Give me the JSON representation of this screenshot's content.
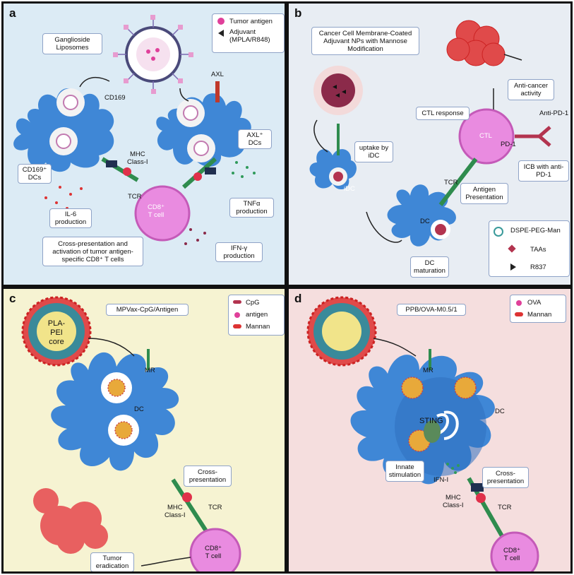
{
  "colors": {
    "panel_a_bg": "#dcebf5",
    "panel_b_bg": "#e8edf3",
    "panel_c_bg": "#f6f3d2",
    "panel_d_bg": "#f5dede",
    "dc_blue": "#3f87d6",
    "tcell_pink": "#e98be0",
    "tumor_red": "#e04a4a"
  },
  "panel_a": {
    "letter": "a",
    "ganglioside": "Ganglioside\nLiposomes",
    "legend": {
      "tumor_antigen": "Tumor antigen",
      "adjuvant": "Adjuvant\n(MPLA/R848)"
    },
    "cd169": "CD169",
    "axl": "AXL",
    "cd169_dcs": "CD169⁺\nDCs",
    "axl_dcs": "AXL⁺\nDCs",
    "mhc": "MHC\nClass-I",
    "tcr": "TCR",
    "tcell": "CD8⁺\nT cell",
    "il6": "IL-6\nproduction",
    "tnfa": "TNFα\nproduction",
    "ifng": "IFN-γ\nproduction",
    "cross": "Cross-presentation and\nactivation of tumor antigen-\nspecific CD8⁺ T cells"
  },
  "panel_b": {
    "letter": "b",
    "title": "Cancer Cell Membrane-Coated\nAdjuvant NPs with Mannose\nModification",
    "anticancer": "Anti-cancer\nactivity",
    "ctl_response": "CTL response",
    "anti_pd1": "Anti-PD-1",
    "pd1": "PD-1",
    "ctl": "CTL",
    "icb": "ICB with anti-\nPD-1",
    "uptake": "uptake by\niDC",
    "idc": "iDC",
    "tcr": "TCR",
    "antigen_pres": "Antigen\nPresentation",
    "dc": "DC",
    "dc_maturation": "DC\nmaturation",
    "legend": {
      "dspe": "DSPE-PEG-Man",
      "taas": "TAAs",
      "r837": "R837"
    }
  },
  "panel_c": {
    "letter": "c",
    "title": "MPVax-CpG/Antigen",
    "core": "PLA-\nPEI\ncore",
    "legend": {
      "cpg": "CpG",
      "antigen": "antigen",
      "mannan": "Mannan"
    },
    "mr": "MR",
    "dc": "DC",
    "cross": "Cross-\npresentation",
    "mhc": "MHC\nClass-I",
    "tcr": "TCR",
    "tcell": "CD8⁺\nT cell",
    "tumor": "Tumor\neradication"
  },
  "panel_d": {
    "letter": "d",
    "title": "PPB/OVA-M0.5/1",
    "legend": {
      "ova": "OVA",
      "mannan": "Mannan"
    },
    "mr": "MR",
    "sting": "STING",
    "dc": "DC",
    "innate": "Innate\nstimulation",
    "ifn": "IFN-I",
    "cross": "Cross-\npresentation",
    "mhc": "MHC\nClass-I",
    "tcr": "TCR",
    "tcell": "CD8⁺\nT cell"
  }
}
